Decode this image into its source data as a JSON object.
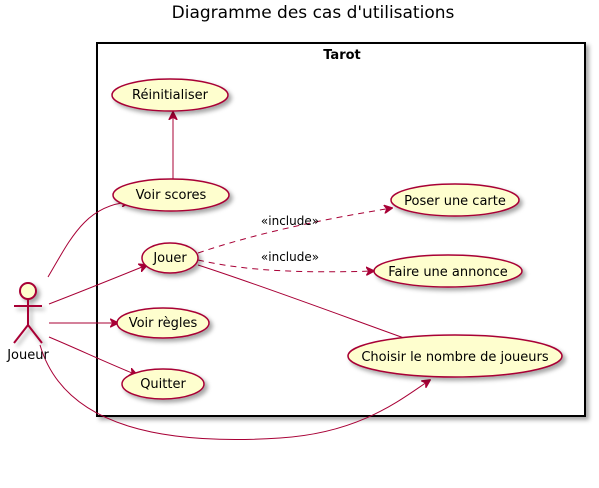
{
  "title": "Diagramme des cas d'utilisations",
  "system": {
    "name": "Tarot"
  },
  "actor": {
    "name": "Joueur"
  },
  "use_cases": {
    "reinitialiser": "Réinitialiser",
    "voir_scores": "Voir scores",
    "jouer": "Jouer",
    "voir_regles": "Voir règles",
    "quitter": "Quitter",
    "poser_carte": "Poser une carte",
    "faire_annonce": "Faire une annonce",
    "choisir_joueurs": "Choisir le nombre de joueurs"
  },
  "relations": {
    "include_1": "«include»",
    "include_2": "«include»"
  },
  "colors": {
    "use_case_fill": "#FEFECE",
    "border": "#A80036",
    "system_border": "#000000"
  }
}
